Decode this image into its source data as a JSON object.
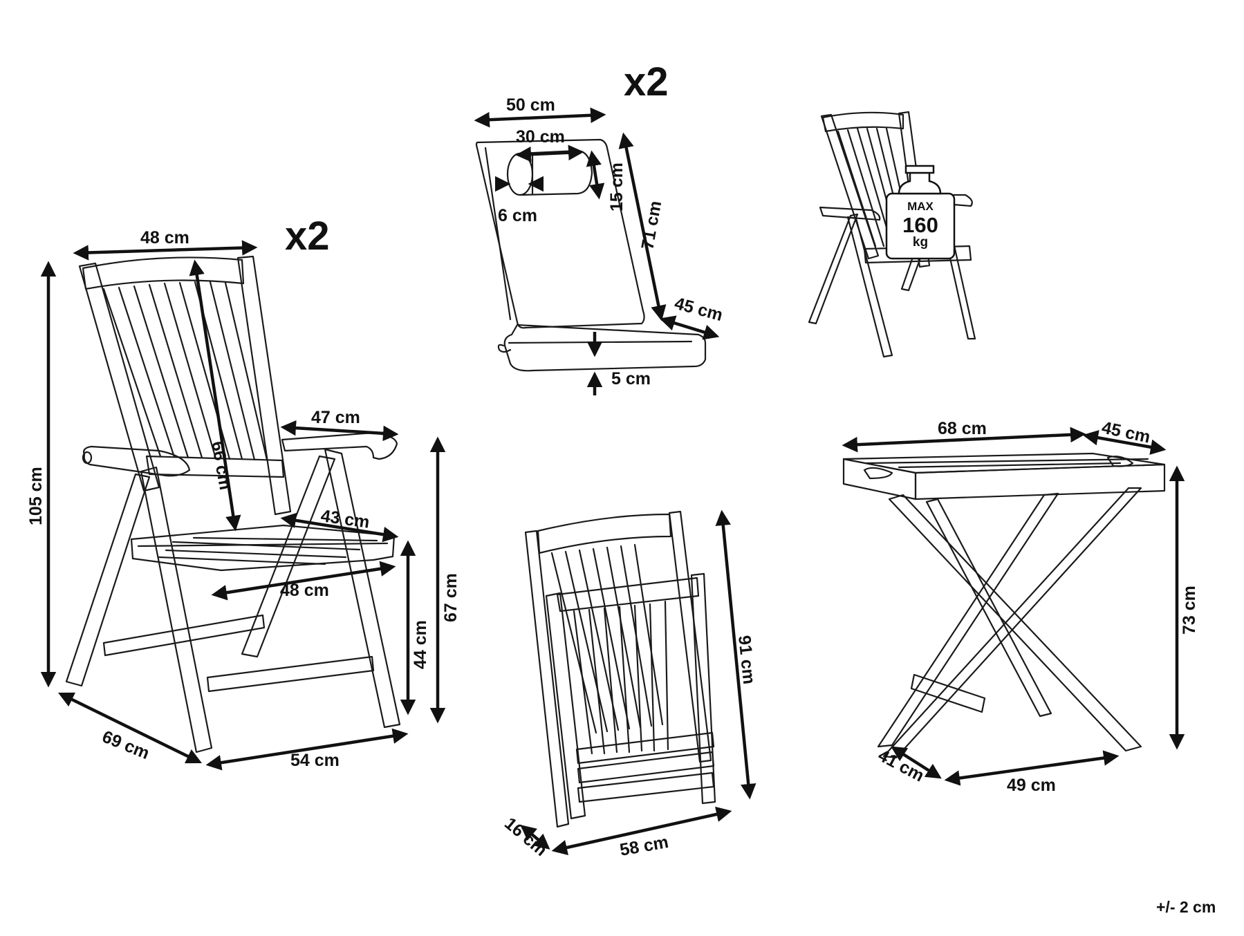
{
  "colors": {
    "ink": "#111111",
    "background": "#ffffff"
  },
  "multipliers": {
    "chair": "x2",
    "cushion": "x2"
  },
  "chair": {
    "width_top": "48 cm",
    "height": "105 cm",
    "backrest": "66 cm",
    "armrest": "47 cm",
    "seat_depth": "43 cm",
    "seat_width": "48 cm",
    "seat_height": "44 cm",
    "arm_height": "67 cm",
    "depth": "69 cm",
    "width": "54 cm"
  },
  "cushion": {
    "width": "50 cm",
    "pillow_width": "30 cm",
    "pillow_height": "15 cm",
    "pillow_depth": "6 cm",
    "length": "71 cm",
    "seat_depth": "45 cm",
    "thickness": "5 cm"
  },
  "load": {
    "max_label": "MAX",
    "value": "160",
    "unit": "kg"
  },
  "folded_chair": {
    "height": "91 cm",
    "depth": "16 cm",
    "width": "58 cm"
  },
  "table": {
    "width": "68 cm",
    "depth": "45 cm",
    "height": "73 cm",
    "base_depth": "41 cm",
    "base_width": "49 cm"
  },
  "tolerance": "+/- 2 cm"
}
